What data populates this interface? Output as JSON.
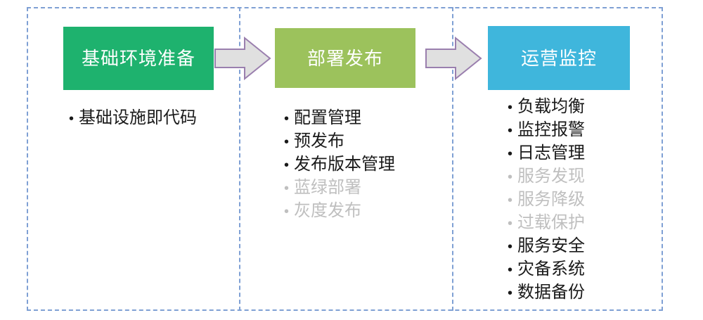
{
  "slide": {
    "frame": {
      "border_color": "#7FA0D4",
      "style": "dashed"
    },
    "stages": [
      {
        "id": "stage-1",
        "title": "基础环境准备",
        "header_color": "#1EB26E",
        "items": [
          {
            "label": "基础设施即代码",
            "muted": false
          }
        ]
      },
      {
        "id": "stage-2",
        "title": "部署发布",
        "header_color": "#9CC25C",
        "items": [
          {
            "label": "配置管理",
            "muted": false
          },
          {
            "label": "预发布",
            "muted": false
          },
          {
            "label": "发布版本管理",
            "muted": false
          },
          {
            "label": "蓝绿部署",
            "muted": true
          },
          {
            "label": "灰度发布",
            "muted": true
          }
        ]
      },
      {
        "id": "stage-3",
        "title": "运营监控",
        "header_color": "#3FB6DC",
        "items": [
          {
            "label": "负载均衡",
            "muted": false
          },
          {
            "label": "监控报警",
            "muted": false
          },
          {
            "label": "日志管理",
            "muted": false
          },
          {
            "label": "服务发现",
            "muted": true
          },
          {
            "label": "服务降级",
            "muted": true
          },
          {
            "label": "过载保护",
            "muted": true
          },
          {
            "label": "服务安全",
            "muted": false
          },
          {
            "label": "灾备系统",
            "muted": false
          },
          {
            "label": "数据备份",
            "muted": false
          }
        ]
      }
    ],
    "arrows": [
      {
        "id": "arrow-1",
        "name": "arrow-right-icon",
        "fill": "#E0E0E0",
        "stroke": "#9A7FAE"
      },
      {
        "id": "arrow-2",
        "name": "arrow-right-icon",
        "fill": "#E0E0E0",
        "stroke": "#9A7FAE"
      }
    ],
    "bullet_glyph": "•",
    "muted_text_color": "#BFBFBF",
    "text_color": "#1a1a1a"
  }
}
